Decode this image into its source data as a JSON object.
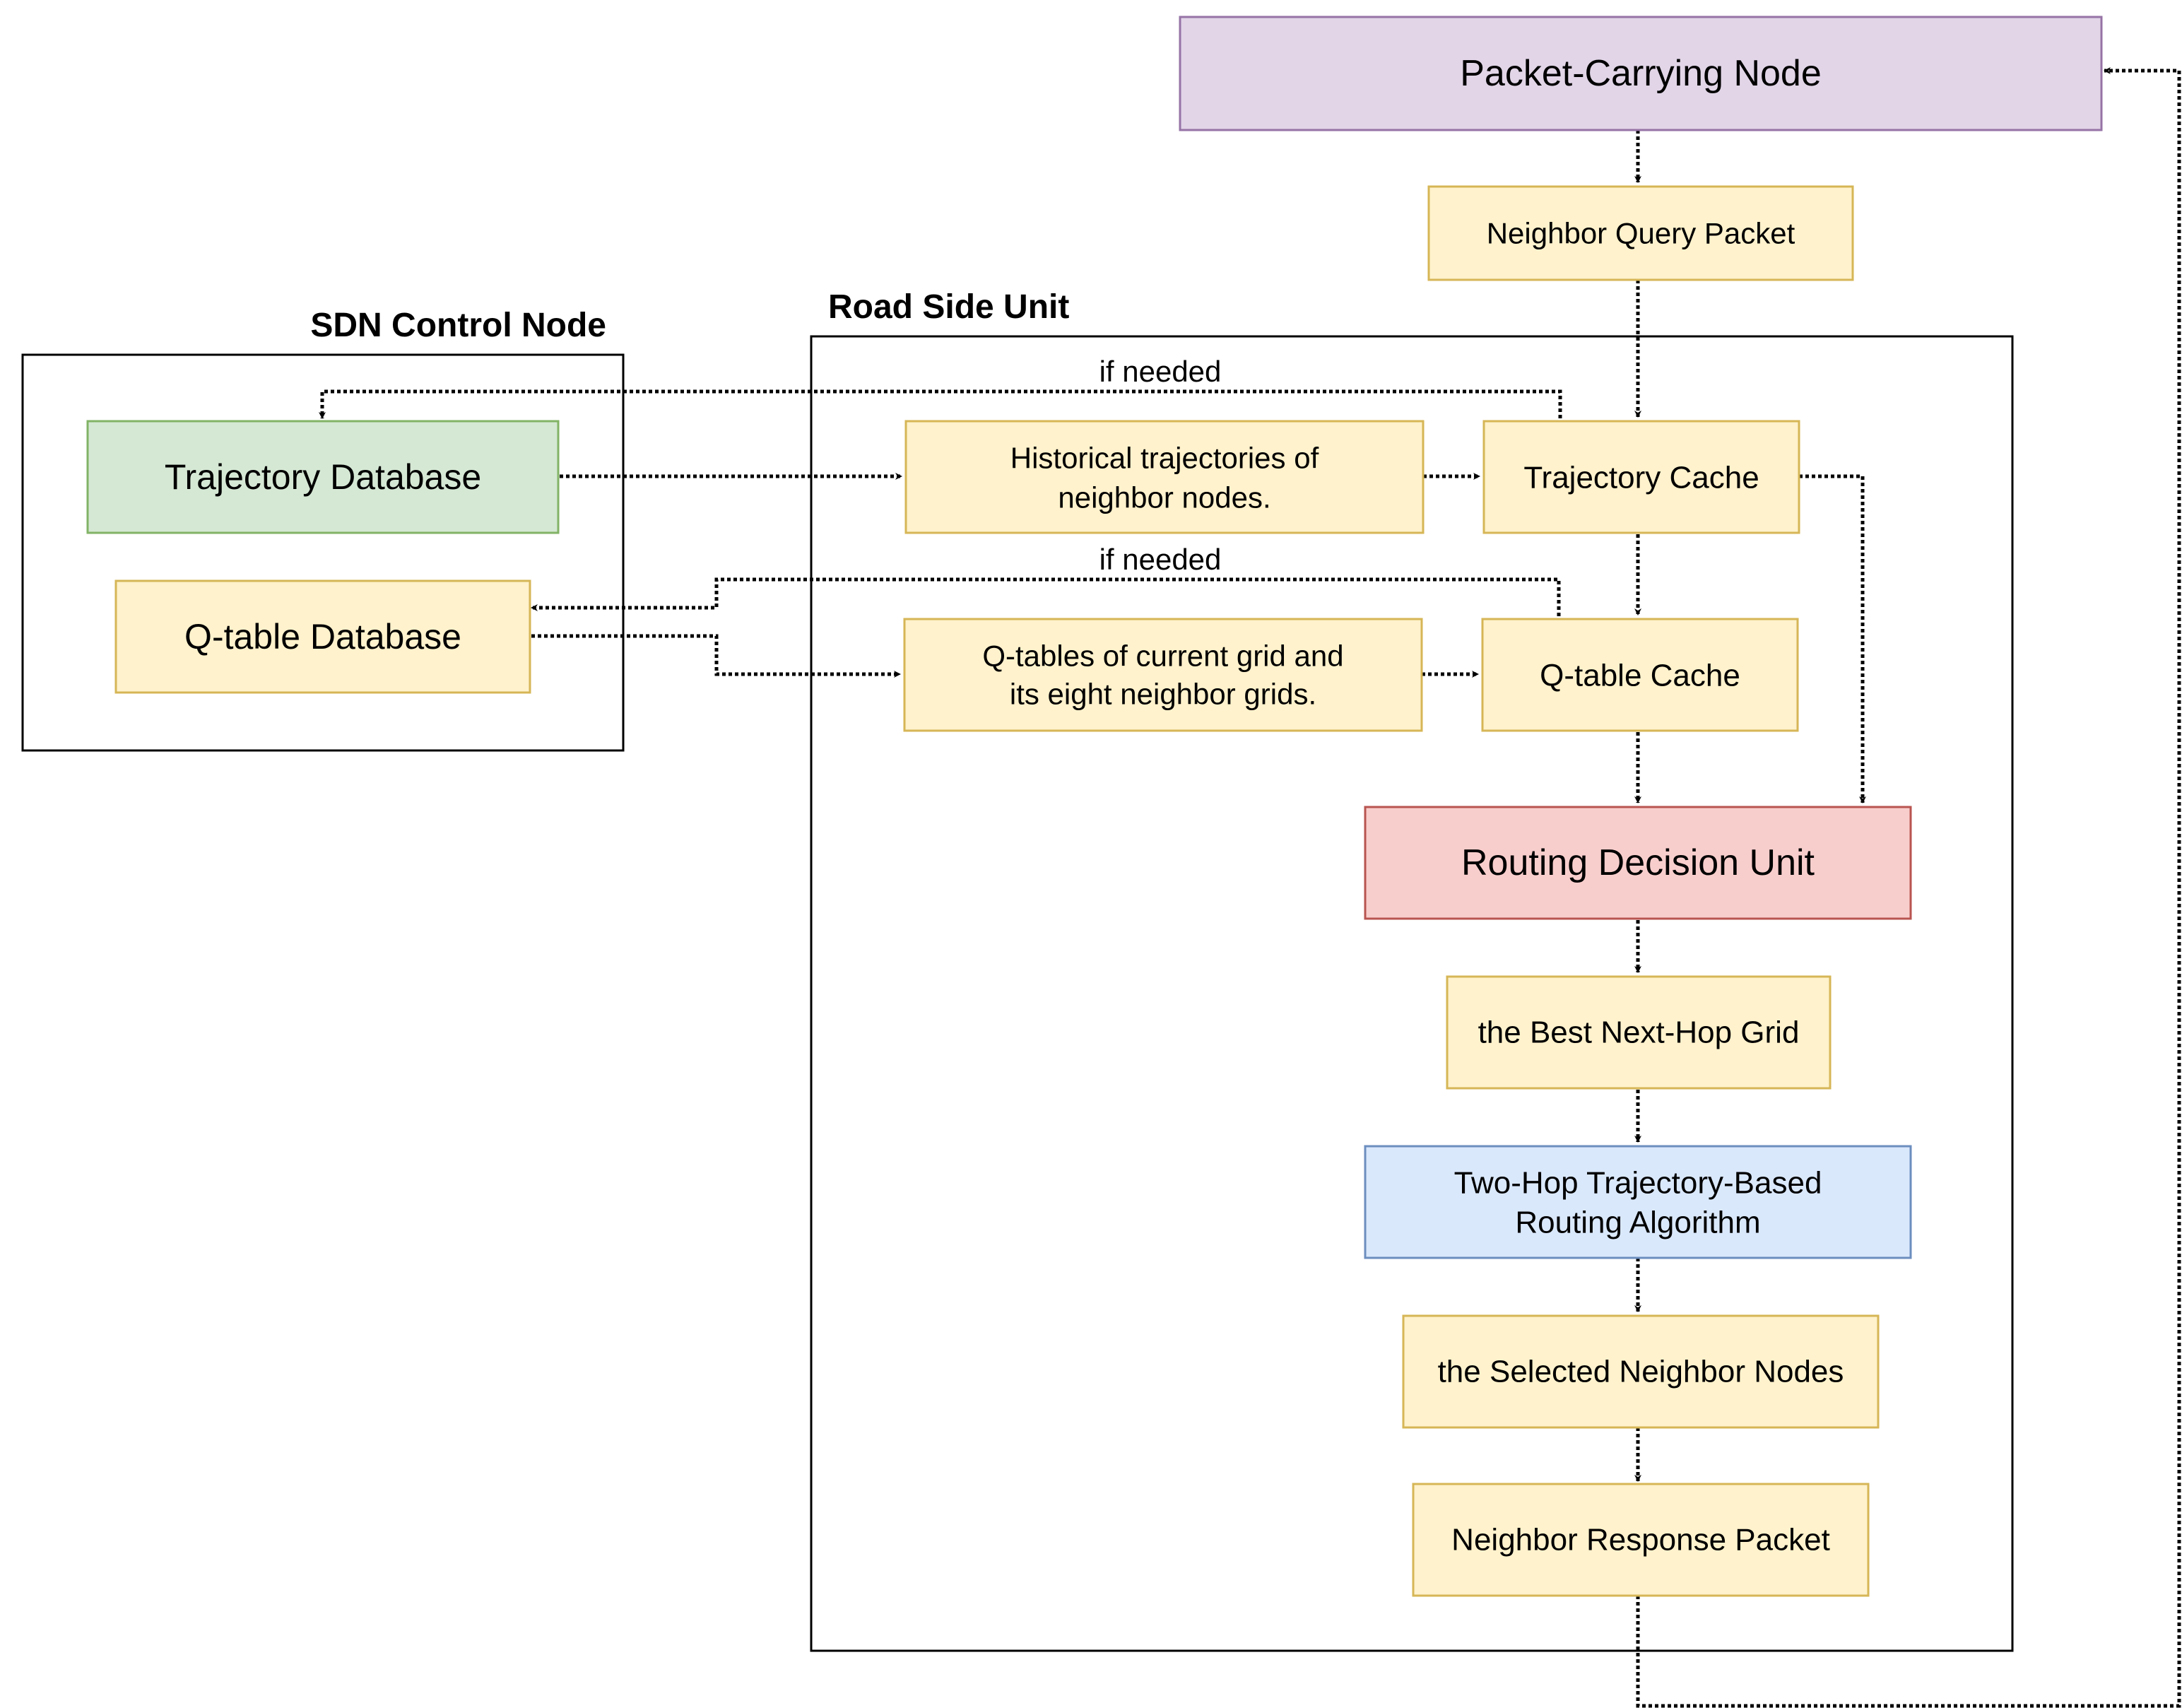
{
  "colors": {
    "yellow_fill": "#fff2cc",
    "yellow_stroke": "#d6b656",
    "purple_fill": "#e1d5e7",
    "purple_stroke": "#9673a6",
    "green_fill": "#d5e8d4",
    "green_stroke": "#82b366",
    "red_fill": "#f8cecc",
    "red_stroke": "#b85450",
    "blue_fill": "#dae8fc",
    "blue_stroke": "#6c8ebf",
    "connector": "#000000"
  },
  "containers": {
    "sdn": {
      "title": "SDN Control Node"
    },
    "rsu": {
      "title": "Road Side Unit"
    }
  },
  "nodes": {
    "packet_carrying": {
      "label": "Packet-Carrying Node"
    },
    "neighbor_query": {
      "label": "Neighbor Query Packet"
    },
    "trajectory_db": {
      "label": "Trajectory Database"
    },
    "qtable_db": {
      "label": "Q-table Database"
    },
    "historical": {
      "line1": "Historical trajectories of",
      "line2": "neighbor nodes."
    },
    "trajectory_cache": {
      "label": "Trajectory Cache"
    },
    "qtables_grid": {
      "line1": "Q-tables of current grid and",
      "line2": "its eight neighbor grids."
    },
    "qtable_cache": {
      "label": "Q-table Cache"
    },
    "routing_decision": {
      "label": "Routing Decision Unit"
    },
    "best_next_hop": {
      "label": "the Best Next-Hop Grid"
    },
    "two_hop": {
      "line1": "Two-Hop Trajectory-Based",
      "line2": "Routing Algorithm"
    },
    "selected_neighbors": {
      "label": "the Selected Neighbor Nodes"
    },
    "neighbor_response": {
      "label": "Neighbor Response Packet"
    }
  },
  "edge_labels": {
    "if_needed_trajectory": "if needed",
    "if_needed_qtable": "if needed"
  }
}
